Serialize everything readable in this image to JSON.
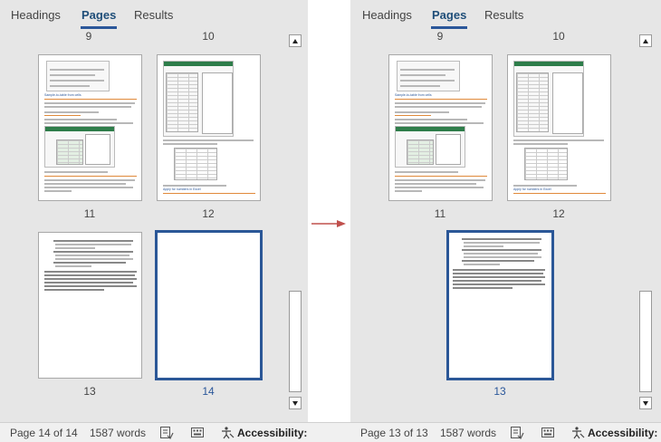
{
  "tabs": {
    "headings": "Headings",
    "pages": "Pages",
    "results": "Results"
  },
  "left_pane": {
    "top_page_labels": [
      "9",
      "10"
    ],
    "thumbnails": [
      {
        "label": "11",
        "selected": false
      },
      {
        "label": "12",
        "selected": false
      },
      {
        "label": "13",
        "selected": false
      },
      {
        "label": "14",
        "selected": true
      }
    ]
  },
  "right_pane": {
    "top_page_labels": [
      "9",
      "10"
    ],
    "thumbnails": [
      {
        "label": "11",
        "selected": false
      },
      {
        "label": "12",
        "selected": false
      },
      {
        "label": "13",
        "selected": true
      }
    ]
  },
  "thumb_text": {
    "page11_heading": "Sample-to-table from cells",
    "page12_note": "Apply for numbers in Excel"
  },
  "status_left": {
    "page": "Page 14 of 14",
    "words": "1587 words",
    "accessibility": "Accessibility: In"
  },
  "status_right": {
    "page": "Page 13 of 13",
    "words": "1587 words",
    "accessibility": "Accessibility: Inv"
  },
  "colors": {
    "accent": "#2b579a",
    "arrow": "#c0504d",
    "pane_bg": "#e6e6e6",
    "excel_green": "#2e7d4a"
  },
  "icons": [
    "proofing-icon",
    "predictions-icon",
    "accessibility-icon",
    "arrow-right-icon",
    "scroll-up-icon",
    "scroll-down-icon"
  ]
}
